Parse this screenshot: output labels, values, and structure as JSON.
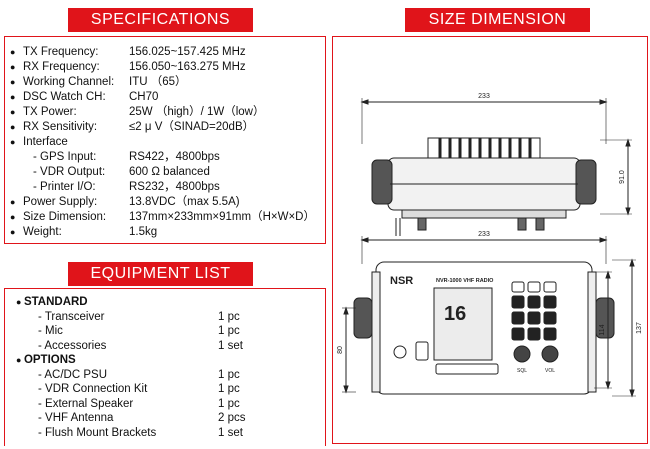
{
  "specifications": {
    "title": "SPECIFICATIONS",
    "rows": [
      {
        "label": "TX Frequency:",
        "value": "156.025~157.425 MHz",
        "sub": false
      },
      {
        "label": "RX Frequency:",
        "value": "156.050~163.275 MHz",
        "sub": false
      },
      {
        "label": "Working Channel:",
        "value": "ITU （65）",
        "sub": false
      },
      {
        "label": "DSC Watch CH:",
        "value": "CH70",
        "sub": false
      },
      {
        "label": "TX Power:",
        "value": "25W （high）/ 1W（low）",
        "sub": false
      },
      {
        "label": "RX Sensitivity:",
        "value": "≤2 μ V（SINAD=20dB）",
        "sub": false
      },
      {
        "label": "Interface",
        "value": "",
        "sub": false
      },
      {
        "label": "- GPS Input:",
        "value": "RS422，4800bps",
        "sub": true
      },
      {
        "label": "- VDR Output:",
        "value": "600 Ω balanced",
        "sub": true
      },
      {
        "label": "- Printer I/O:",
        "value": "RS232，4800bps",
        "sub": true
      },
      {
        "label": "Power Supply:",
        "value": "13.8VDC（max 5.5A)",
        "sub": false
      },
      {
        "label": "Size Dimension:",
        "value": "137mm×233mm×91mm（H×W×D）",
        "sub": false
      },
      {
        "label": "Weight:",
        "value": "1.5kg",
        "sub": false
      }
    ]
  },
  "equipment": {
    "title": "EQUIPMENT LIST",
    "standard_label": "STANDARD",
    "standard": [
      {
        "item": "- Transceiver",
        "qty": "1 pc"
      },
      {
        "item": "- Mic",
        "qty": "1 pc"
      },
      {
        "item": "- Accessories",
        "qty": "1 set"
      }
    ],
    "options_label": "OPTIONS",
    "options": [
      {
        "item": "- AC/DC PSU",
        "qty": "1 pc"
      },
      {
        "item": "- VDR Connection Kit",
        "qty": "1 pc"
      },
      {
        "item": "- External Speaker",
        "qty": "1 pc"
      },
      {
        "item": "- VHF Antenna",
        "qty": "2 pcs"
      },
      {
        "item": "- Flush Mount Brackets",
        "qty": "1 set"
      }
    ]
  },
  "size_dimension": {
    "title": "SIZE DIMENSION",
    "top_width": "233",
    "depth": "91.0",
    "front_width": "233",
    "inner_height": "114",
    "total_height": "137",
    "left_height": "80",
    "brand": "NSR",
    "model": "NVR-1000  VHF RADIO",
    "channel": "16",
    "knob_left": "SQL",
    "knob_right": "VOL"
  }
}
